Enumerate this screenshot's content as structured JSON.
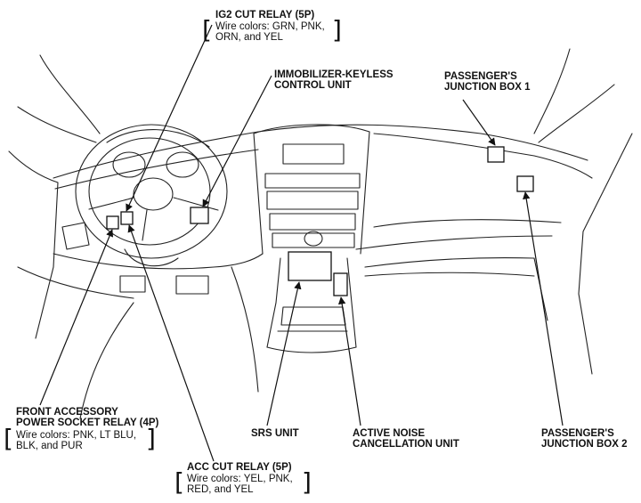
{
  "labels": {
    "ig2": {
      "title": "IG2 CUT RELAY (5P)",
      "wire1": "Wire colors: GRN, PNK,",
      "wire2": "ORN, and YEL"
    },
    "immobilizer": {
      "line1": "IMMOBILIZER-KEYLESS",
      "line2": "CONTROL UNIT"
    },
    "pjb1": {
      "line1": "PASSENGER'S",
      "line2": "JUNCTION BOX 1"
    },
    "front_acc": {
      "line1": "FRONT ACCESSORY",
      "line2": "POWER SOCKET RELAY (4P)",
      "wire1": "Wire colors: PNK, LT BLU,",
      "wire2": "BLK, and PUR"
    },
    "srs": {
      "line1": "SRS UNIT"
    },
    "anc": {
      "line1": "ACTIVE NOISE",
      "line2": "CANCELLATION UNIT"
    },
    "pjb2": {
      "line1": "PASSENGER'S",
      "line2": "JUNCTION BOX 2"
    },
    "acc": {
      "title": "ACC CUT RELAY (5P)",
      "wire1": "Wire colors: YEL, PNK,",
      "wire2": "RED, and YEL"
    }
  },
  "brackets": {
    "open": "[",
    "close": "]"
  }
}
